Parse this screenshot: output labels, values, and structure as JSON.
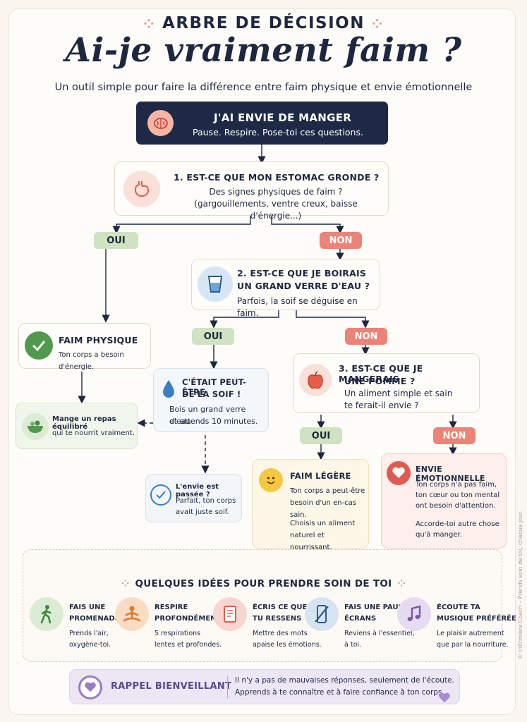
{
  "header": {
    "eyebrow": "ARBRE DE DÉCISION",
    "title": "Ai-je vraiment faim ?",
    "subtitle": "Un outil simple pour faire la différence entre faim physique et envie émotionnelle"
  },
  "start": {
    "title": "J'AI ENVIE DE MANGER",
    "text": "Pause. Respire. Pose-toi ces questions."
  },
  "q1": {
    "title": "1. EST-CE QUE MON ESTOMAC GRONDE ?",
    "line1": "Des signes physiques de faim ?",
    "line2": "(gargouillements, ventre creux, baisse d'énergie...)"
  },
  "labels": {
    "oui": "OUI",
    "non": "NON"
  },
  "q2": {
    "title1": "2. EST-CE QUE JE BOIRAIS",
    "title2": "UN GRAND VERRE D'EAU ?",
    "text": "Parfois, la soif se déguise en faim."
  },
  "faim_physique": {
    "title": "FAIM PHYSIQUE",
    "text": "Ton corps a besoin d'énergie."
  },
  "repas": {
    "line1": "Mange un repas équilibré",
    "line2": "qui te nourrit vraiment."
  },
  "soif": {
    "title1": "C'ÉTAIT PEUT-ÊTRE",
    "title2": "DE LA SOIF !",
    "line1": "Bois un grand verre d'eau",
    "line2": "et attends 10 minutes."
  },
  "passee": {
    "title": "L'envie est passée ?",
    "line1": "Parfait, ton corps",
    "line2": "avait juste soif."
  },
  "q3": {
    "title1": "3. EST-CE QUE JE MANGERAIS",
    "title2": "UNE POMME ?",
    "line1": "Un aliment simple et sain",
    "line2": "te ferait-il envie ?"
  },
  "faim_legere": {
    "title": "FAIM LÉGÈRE",
    "line1": "Ton corps a peut-être",
    "line2": "besoin d'un en-cas sain.",
    "line3": "Choisis un aliment",
    "line4": "naturel et nourrissant."
  },
  "emotion": {
    "title": "ENVIE ÉMOTIONNELLE",
    "line1": "Ton corps n'a pas faim,",
    "line2": "ton cœur ou ton mental",
    "line3": "ont besoin d'attention.",
    "line4": "Accorde-toi autre chose",
    "line5": "qu'à manger."
  },
  "ideas": {
    "title": "QUELQUES IDÉES POUR PRENDRE SOIN DE TOI",
    "items": [
      {
        "h1": "FAIS UNE",
        "h2": "PROMENADE",
        "p1": "Prends l'air,",
        "p2": "oxygène-toi.",
        "icon": "walking-person-icon",
        "color": "#dcebd3"
      },
      {
        "h1": "RESPIRE",
        "h2": "PROFONDÉMENT",
        "p1": "5 respirations",
        "p2": "lentes et profondes.",
        "icon": "meditation-icon",
        "color": "#fbdcc3"
      },
      {
        "h1": "ÉCRIS CE QUE",
        "h2": "TU RESSENS",
        "p1": "Mettre des mots",
        "p2": "apaise les émotions.",
        "icon": "journal-icon",
        "color": "#f8d5d0"
      },
      {
        "h1": "FAIS UNE PAUSE",
        "h2": "ÉCRANS",
        "p1": "Reviens à l'essentiel,",
        "p2": "à toi.",
        "icon": "no-phone-icon",
        "color": "#d6e3f1"
      },
      {
        "h1": "ÉCOUTE TA",
        "h2": "MUSIQUE PRÉFÉRÉE",
        "p1": "Le plaisir autrement",
        "p2": "que par la nourriture.",
        "icon": "music-note-icon",
        "color": "#e6dbf1"
      }
    ]
  },
  "rappel": {
    "title": "RAPPEL BIENVEILLANT",
    "line1": "Il n'y a pas de mauvaises réponses, seulement de l'écoute.",
    "line2": "Apprends à te connaître et à faire confiance à ton corps."
  },
  "credit": "© Infirmière Coach – Prends soin de toi, chaque jour.",
  "colors": {
    "navy": "#1d2945",
    "oui": "#cfe2c1",
    "non": "#ec8377"
  }
}
